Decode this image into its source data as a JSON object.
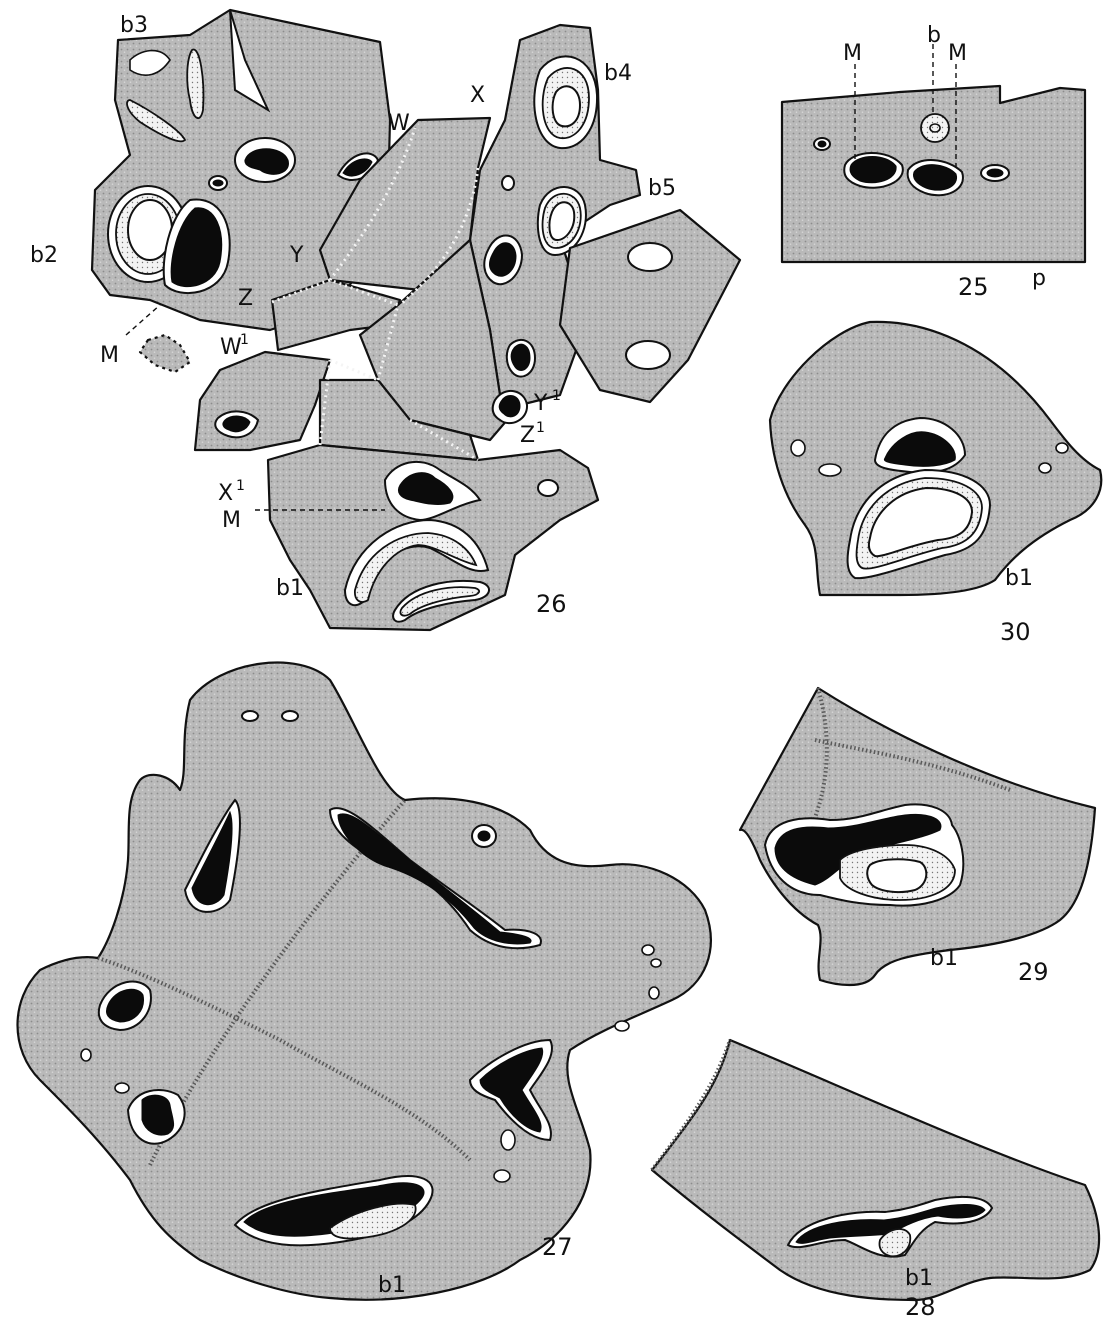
{
  "figures": {
    "f25": {
      "number": "25",
      "labels": {
        "M_left": "M",
        "b": "b",
        "M_right": "M",
        "p": "p"
      }
    },
    "f26": {
      "number": "26",
      "labels": {
        "b3": "b3",
        "b4": "b4",
        "b5": "b5",
        "b2": "b2",
        "X": "X",
        "W": "W",
        "Y": "Y",
        "Z": "Z",
        "M": "M",
        "W1": "W",
        "Y1": "Y",
        "Z1": "Z",
        "X1": "X",
        "M2": "M",
        "b1": "b1"
      },
      "prime": "1"
    },
    "f27": {
      "number": "27",
      "labels": {
        "b1": "b1"
      }
    },
    "f28": {
      "number": "28",
      "labels": {
        "b1": "b1"
      }
    },
    "f29": {
      "number": "29",
      "labels": {
        "b1": "b1"
      }
    },
    "f30": {
      "number": "30",
      "labels": {
        "b1": "b1"
      }
    }
  }
}
